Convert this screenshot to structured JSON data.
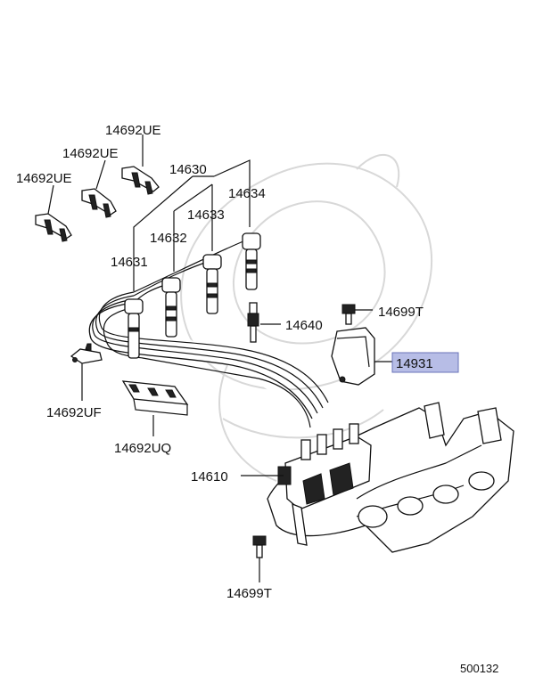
{
  "diagram": {
    "callouts": [
      {
        "id": "lbl-14692ue-top",
        "text": "14692UE"
      },
      {
        "id": "lbl-14692ue-mid",
        "text": "14692UE"
      },
      {
        "id": "lbl-14692ue-left",
        "text": "14692UE"
      },
      {
        "id": "lbl-14630",
        "text": "14630"
      },
      {
        "id": "lbl-14634",
        "text": "14634"
      },
      {
        "id": "lbl-14633",
        "text": "14633"
      },
      {
        "id": "lbl-14632",
        "text": "14632"
      },
      {
        "id": "lbl-14631",
        "text": "14631"
      },
      {
        "id": "lbl-14699t-top",
        "text": "14699T"
      },
      {
        "id": "lbl-14640",
        "text": "14640"
      },
      {
        "id": "lbl-14931",
        "text": "14931"
      },
      {
        "id": "lbl-14692uf",
        "text": "14692UF"
      },
      {
        "id": "lbl-14692uq",
        "text": "14692UQ"
      },
      {
        "id": "lbl-14610",
        "text": "14610"
      },
      {
        "id": "lbl-14699t-bottom",
        "text": "14699T"
      }
    ],
    "highlight_color": "#b7bde6",
    "diagram_code": "500132"
  }
}
